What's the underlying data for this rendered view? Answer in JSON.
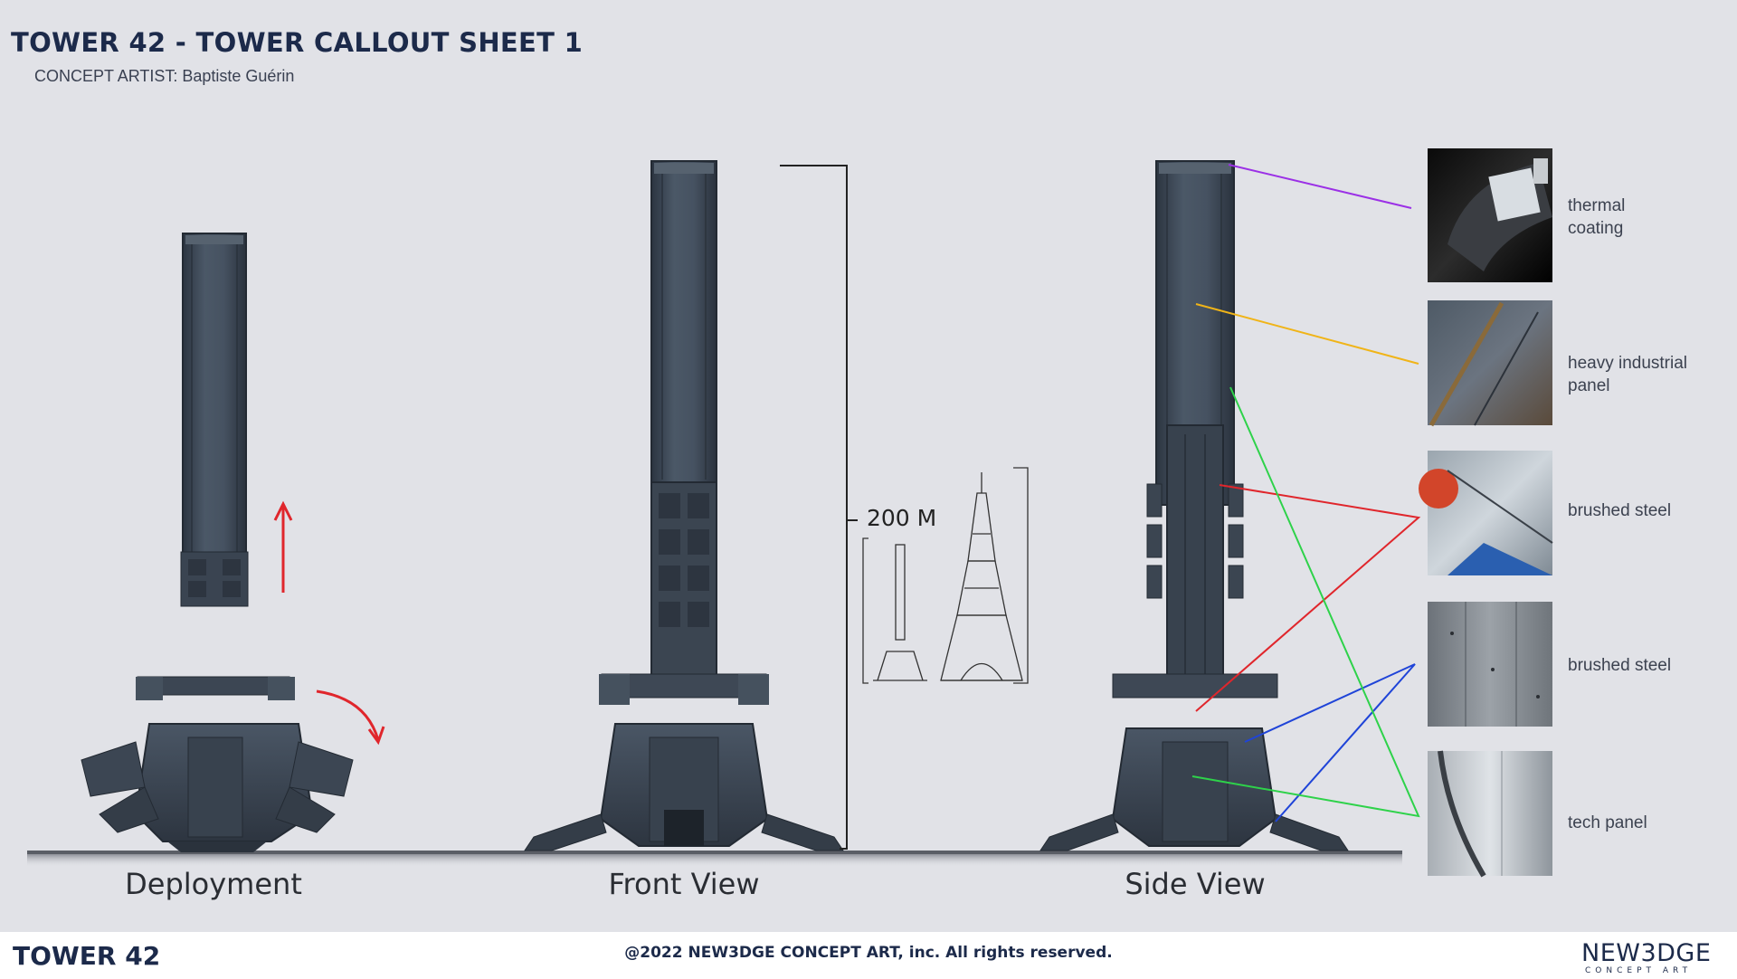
{
  "header": {
    "title": "TOWER 42 - TOWER CALLOUT SHEET 1",
    "subtitle": "CONCEPT ARTIST: Baptiste Guérin"
  },
  "views": [
    {
      "label": "Deployment"
    },
    {
      "label": "Front View"
    },
    {
      "label": "Side View"
    }
  ],
  "scale": {
    "label": "200 M"
  },
  "callouts": [
    {
      "label_line1": "thermal",
      "label_line2": "coating",
      "line_color": "#9b30e6"
    },
    {
      "label_line1": "heavy industrial",
      "label_line2": "panel",
      "line_color": "#f0b418"
    },
    {
      "label_line1": "brushed steel",
      "label_line2": "",
      "line_color": "#e0262c"
    },
    {
      "label_line1": "brushed steel",
      "label_line2": "",
      "line_color": "#1f44d8"
    },
    {
      "label_line1": "tech panel",
      "label_line2": "",
      "line_color": "#2ed24a"
    }
  ],
  "footer": {
    "brand": "TOWER 42",
    "copyright": "@2022 NEW3DGE CONCEPT ART, inc. All rights reserved.",
    "logo_word": "NEW3DGE",
    "logo_sub": "CONCEPT ART"
  },
  "colors": {
    "background": "#e1e2e7",
    "tower_body": "#3f4b59",
    "title": "#1c2a4a",
    "deploy_arrow": "#e0262c"
  }
}
